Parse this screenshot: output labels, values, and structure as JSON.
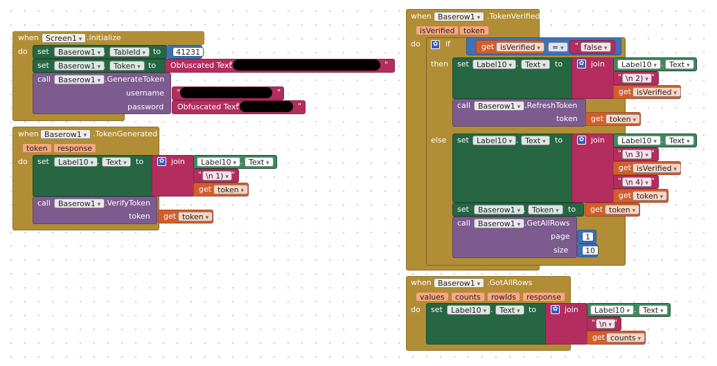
{
  "keywords": {
    "when": "when",
    "do": "do",
    "set": "set",
    "to": "to",
    "call": "call",
    "join": "join",
    "get": "get",
    "if": "if",
    "then": "then",
    "else": "else",
    "dot": ".",
    "eq": "="
  },
  "block1": {
    "component": "Screen1",
    "event": ".Initialize",
    "set1": {
      "component": "Baserow1",
      "prop": "TableId",
      "value": "41231"
    },
    "set2": {
      "component": "Baserow1",
      "prop": "Token",
      "value_prefix": "Obfuscated Text"
    },
    "call": {
      "component": "Baserow1",
      "method": ".GenerateToken",
      "arg1": "username",
      "arg2": "password",
      "arg2_prefix": "Obfuscated Text"
    }
  },
  "block2": {
    "component": "Baserow1",
    "event": ".TokenGenerated",
    "params": [
      "token",
      "response"
    ],
    "set": {
      "component": "Label10",
      "prop": "Text"
    },
    "join_items": {
      "label_component": "Label10",
      "label_prop": "Text",
      "str": "\\n 1)",
      "get": "token"
    },
    "call": {
      "component": "Baserow1",
      "method": ".VerifyToken",
      "arg": "token",
      "get": "token"
    }
  },
  "block3": {
    "component": "Baserow1",
    "event": ".TokenVerified",
    "params": [
      "isVerified",
      "token"
    ],
    "if_get": "isVerified",
    "if_str": "false",
    "then_set": {
      "component": "Label10",
      "prop": "Text"
    },
    "then_join": {
      "label_component": "Label10",
      "label_prop": "Text",
      "str": "\\n 2)",
      "get": "isVerified"
    },
    "then_call": {
      "component": "Baserow1",
      "method": ".RefreshToken",
      "arg": "token",
      "get": "token"
    },
    "else_set": {
      "component": "Label10",
      "prop": "Text"
    },
    "else_join": {
      "label_component": "Label10",
      "label_prop": "Text",
      "str1": "\\n 3)",
      "get1": "isVerified",
      "str2": "\\n 4)",
      "get2": "token"
    },
    "else_set2": {
      "component": "Baserow1",
      "prop": "Token",
      "get": "token"
    },
    "else_call": {
      "component": "Baserow1",
      "method": ".GetAllRows",
      "arg1": "page",
      "val1": "1",
      "arg2": "size",
      "val2": "10"
    }
  },
  "block4": {
    "component": "Baserow1",
    "event": ".GotAllRows",
    "params": [
      "values",
      "counts",
      "rowIds",
      "response"
    ],
    "set": {
      "component": "Label10",
      "prop": "Text"
    },
    "join_items": {
      "label_component": "Label10",
      "label_prop": "Text",
      "str": "\\n",
      "get": "counts"
    }
  }
}
